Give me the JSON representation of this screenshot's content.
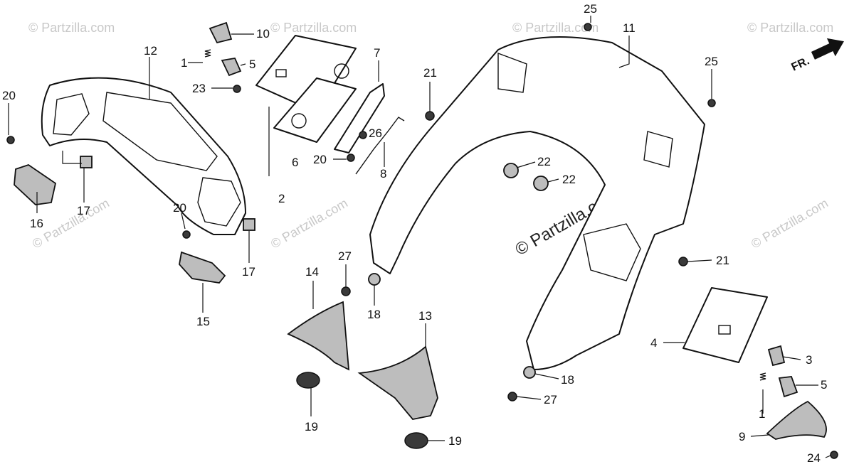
{
  "watermark": {
    "text": "© Partzilla.com"
  },
  "arrow_label": "FR.",
  "callouts": [
    {
      "id": "c12",
      "text": "12"
    },
    {
      "id": "c20a",
      "text": "20"
    },
    {
      "id": "c16",
      "text": "16"
    },
    {
      "id": "c17a",
      "text": "17"
    },
    {
      "id": "c20b",
      "text": "20"
    },
    {
      "id": "c17b",
      "text": "17"
    },
    {
      "id": "c15",
      "text": "15"
    },
    {
      "id": "c10",
      "text": "10"
    },
    {
      "id": "c1a",
      "text": "1"
    },
    {
      "id": "c5a",
      "text": "5"
    },
    {
      "id": "c23",
      "text": "23"
    },
    {
      "id": "c6",
      "text": "6"
    },
    {
      "id": "c2",
      "text": "2"
    },
    {
      "id": "c7",
      "text": "7"
    },
    {
      "id": "c26",
      "text": "26"
    },
    {
      "id": "c20c",
      "text": "20"
    },
    {
      "id": "c8",
      "text": "8"
    },
    {
      "id": "c21a",
      "text": "21"
    },
    {
      "id": "c25a",
      "text": "25"
    },
    {
      "id": "c11",
      "text": "11"
    },
    {
      "id": "c25b",
      "text": "25"
    },
    {
      "id": "c22a",
      "text": "22"
    },
    {
      "id": "c22b",
      "text": "22"
    },
    {
      "id": "c21b",
      "text": "21"
    },
    {
      "id": "c27a",
      "text": "27"
    },
    {
      "id": "c18a",
      "text": "18"
    },
    {
      "id": "c14",
      "text": "14"
    },
    {
      "id": "c13",
      "text": "13"
    },
    {
      "id": "c19a",
      "text": "19"
    },
    {
      "id": "c19b",
      "text": "19"
    },
    {
      "id": "c18b",
      "text": "18"
    },
    {
      "id": "c27b",
      "text": "27"
    },
    {
      "id": "c4",
      "text": "4"
    },
    {
      "id": "c3",
      "text": "3"
    },
    {
      "id": "c5b",
      "text": "5"
    },
    {
      "id": "c1b",
      "text": "1"
    },
    {
      "id": "c9",
      "text": "9"
    },
    {
      "id": "c24",
      "text": "24"
    }
  ]
}
